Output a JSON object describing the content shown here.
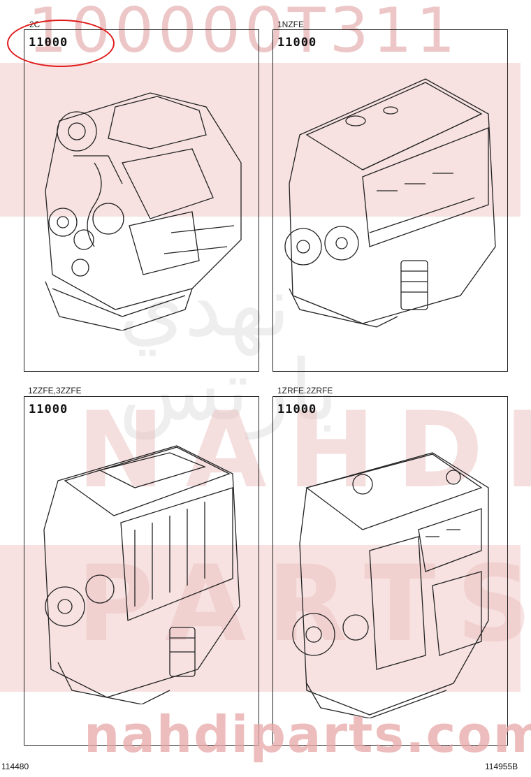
{
  "watermark": {
    "top_text": "100000T311",
    "mid_text_1": "NAHDI",
    "mid_text_2": "PARTS",
    "arabic_text": "نهدي بارتس",
    "site_text": "nahdiparts.com"
  },
  "panels": [
    {
      "engine_code": "2C",
      "part_number": "11000",
      "icon": "engine-assembly-2c"
    },
    {
      "engine_code": "1NZFE",
      "part_number": "11000",
      "icon": "engine-assembly-1nzfe"
    },
    {
      "engine_code": "1ZZFE,3ZZFE",
      "part_number": "11000",
      "icon": "engine-assembly-1zzfe"
    },
    {
      "engine_code": "1ZRFE.2ZRFE",
      "part_number": "11000",
      "icon": "engine-assembly-1zrfe"
    }
  ],
  "footer": {
    "left_id": "114480",
    "right_id": "114955B"
  },
  "colors": {
    "highlight": "#e01b1b",
    "watermark": "#e7b5b5",
    "line": "#222222"
  }
}
